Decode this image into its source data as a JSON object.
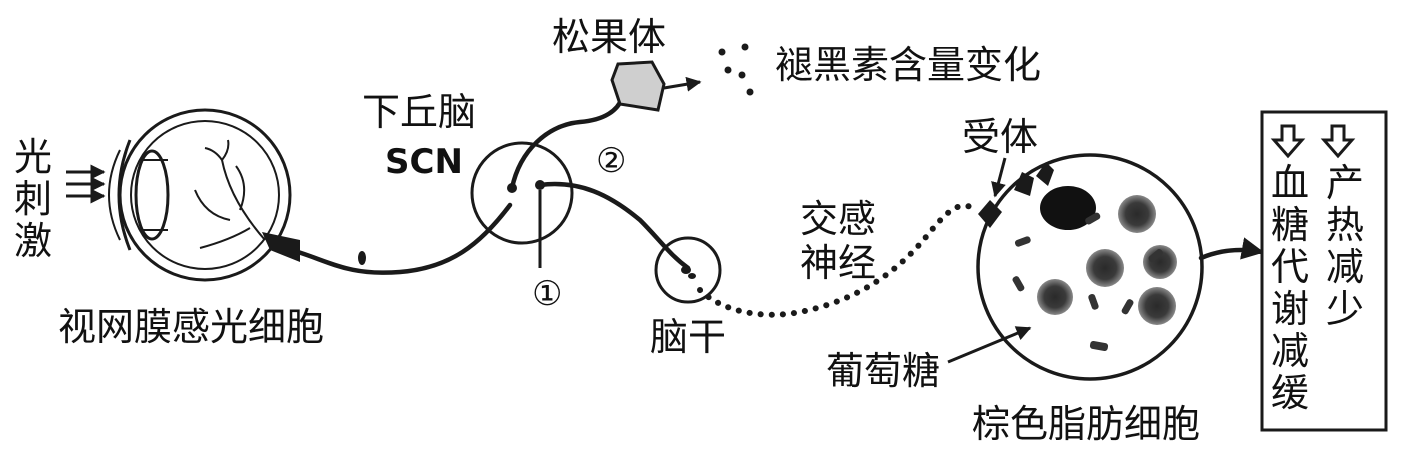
{
  "labels": {
    "light_chars": [
      "光",
      "刺",
      "激"
    ],
    "retina": "视网膜感光细胞",
    "hypothalamus": "下丘脑",
    "scn": "SCN",
    "pineal": "松果体",
    "melatonin": "褪黑素含量变化",
    "marker_1": "①",
    "marker_2": "②",
    "brainstem": "脑干",
    "sympathetic_line1": "交感",
    "sympathetic_line2": "神经",
    "receptor": "受体",
    "glucose": "葡萄糖",
    "brown_fat": "棕色脂肪细胞"
  },
  "result_box": {
    "col1_chars": [
      "血",
      "糖",
      "代",
      "谢",
      "减",
      "缓"
    ],
    "col2_chars": [
      "产",
      "热",
      "减",
      "少"
    ]
  },
  "icons": [
    "eye-icon",
    "pineal-gland-icon",
    "melatonin-dots-icon",
    "brown-fat-cell-icon",
    "down-arrow-icon"
  ]
}
